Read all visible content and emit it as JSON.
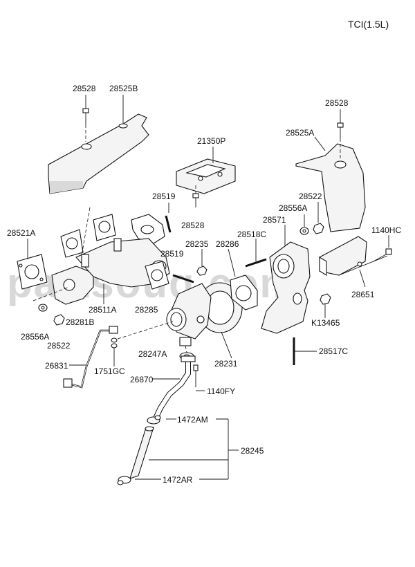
{
  "title": "TCI(1.5L)",
  "watermark": "partsouq.com",
  "labels": {
    "l28528a": "28528",
    "l28525b": "28525B",
    "l21350p": "21350P",
    "l28528b": "28528",
    "l28525a": "28525A",
    "l28528c": "28528",
    "l28519a": "28519",
    "l28521a": "28521A",
    "l28519b": "28519",
    "l28235": "28235",
    "l28286": "28286",
    "l28518c": "28518C",
    "l28571": "28571",
    "l28556a1": "28556A",
    "l28522a": "28522",
    "l1140hc": "1140HC",
    "l28511a": "28511A",
    "l28285": "28285",
    "l28651": "28651",
    "l28556a2": "28556A",
    "l28281b": "28281B",
    "l28522b": "28522",
    "lk13465": "K13465",
    "l28247a": "28247A",
    "l28231": "28231",
    "l26831": "26831",
    "l1751gc": "1751GC",
    "l28517c": "28517C",
    "l26870": "26870",
    "l1140fy": "1140FY",
    "l1472am": "1472AM",
    "l28245": "28245",
    "l1472ar": "1472AR"
  }
}
